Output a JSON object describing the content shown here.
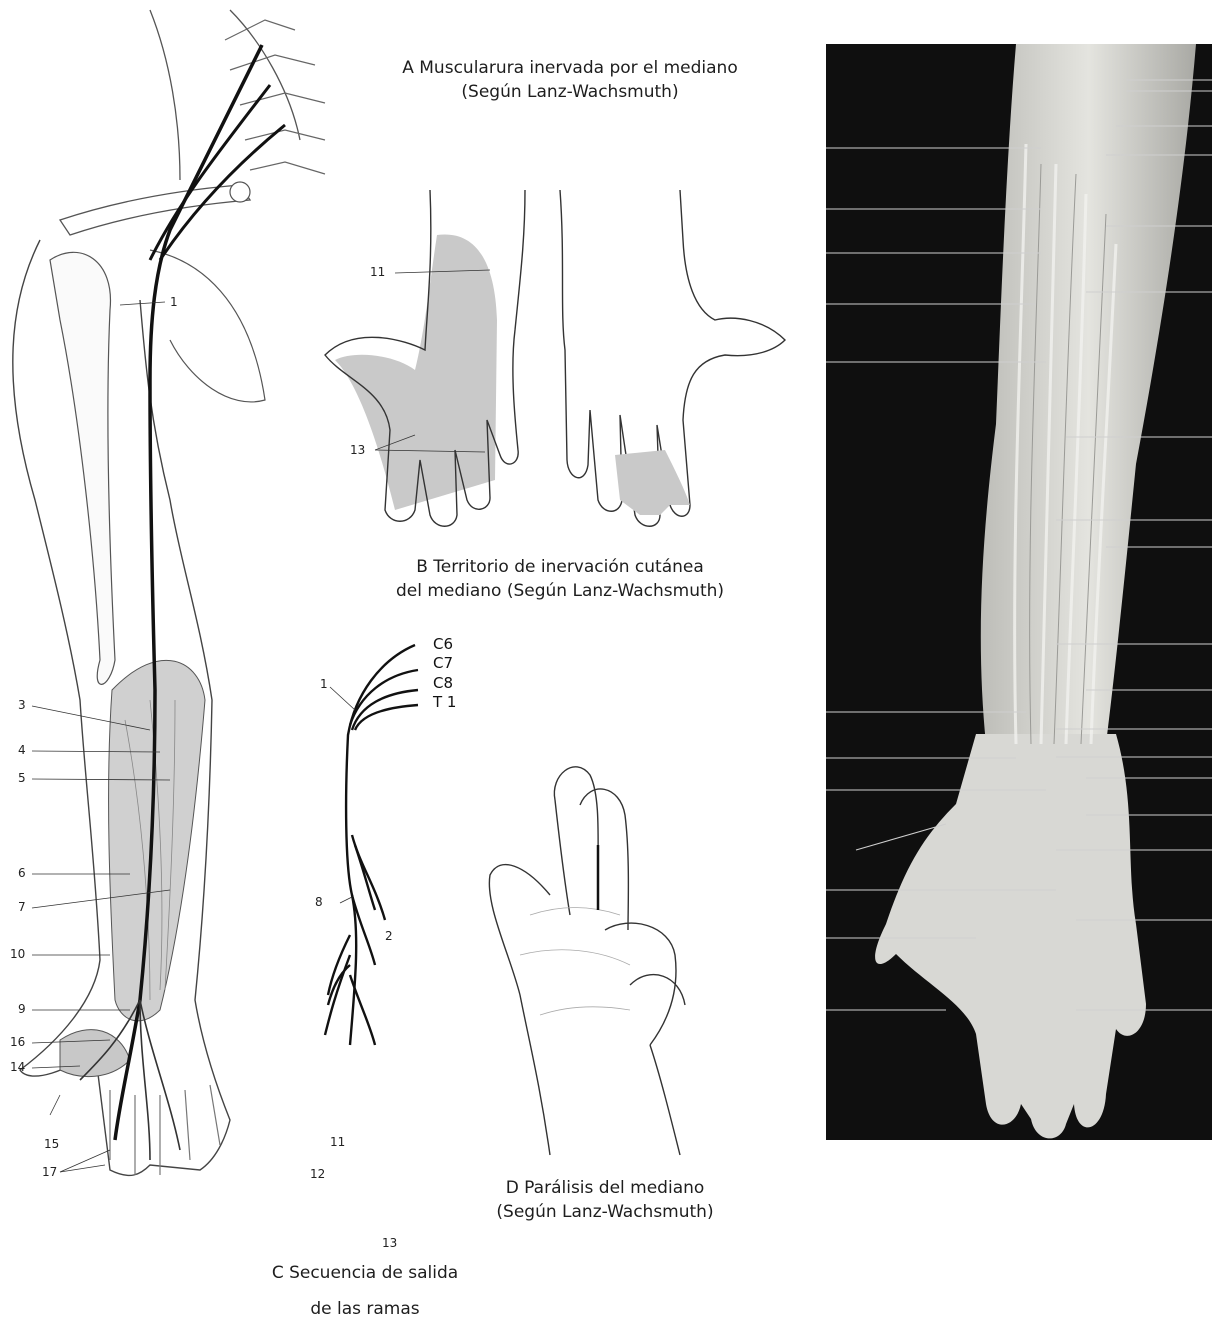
{
  "figure_A": {
    "caption_lines": [
      "A Muscularura inervada por el mediano",
      "(Según Lanz-Wachsmuth)"
    ],
    "labels": [
      "1",
      "3",
      "4",
      "5",
      "6",
      "7",
      "10",
      "9",
      "16",
      "14",
      "15",
      "17"
    ]
  },
  "figure_B": {
    "caption_lines": [
      "B Territorio de inervación cutánea",
      "del mediano (Según Lanz-Wachsmuth)"
    ],
    "labels": [
      "11",
      "13"
    ]
  },
  "figure_C": {
    "caption_lines": [
      "C Secuencia de salida",
      "de las ramas"
    ],
    "roots": [
      "C6",
      "C7",
      "C8",
      "T 1"
    ],
    "labels": [
      "1",
      "2",
      "8",
      "11",
      "12",
      "13"
    ]
  },
  "figure_D": {
    "caption_lines": [
      "D Parálisis del mediano",
      "(Según Lanz-Wachsmuth)"
    ]
  },
  "colors": {
    "shading": "#c8c8c8",
    "nerve": "#111111",
    "photo_background": "#0f0f0f",
    "specimen": "#d8d8d4"
  }
}
